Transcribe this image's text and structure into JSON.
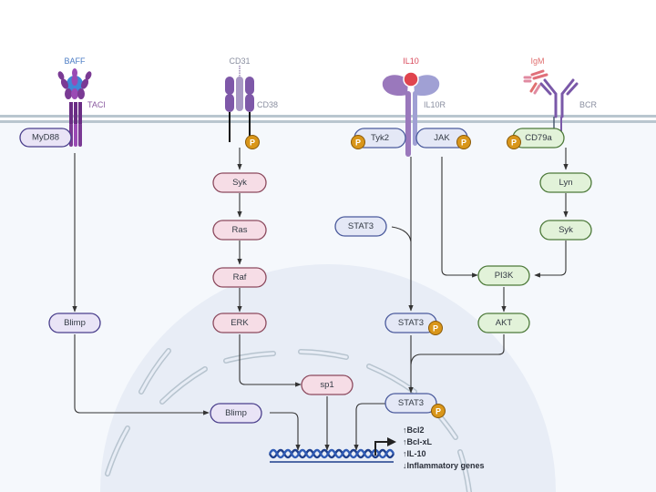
{
  "title": "B cell IL-10 regulatory signaling pathway",
  "colors": {
    "membrane": "#b9c6cf",
    "cytoplasm": "#f5f8fc",
    "nucleus": "#e8edf6",
    "purple_fill": "#e9e4f6",
    "purple_stroke": "#4a3f8c",
    "pink_fill": "#f6dde6",
    "pink_stroke": "#8c4a5e",
    "blue_fill": "#e4e8f6",
    "blue_stroke": "#4a5a9c",
    "green_fill": "#e2f2d9",
    "green_stroke": "#4d7a3a",
    "phospho": "#d9961a",
    "dna": "#1e3f8c"
  },
  "ligands": [
    {
      "id": "baff",
      "label": "BAFF",
      "color": "#4a7bc4"
    },
    {
      "id": "cd31",
      "label": "CD31",
      "color": "#8a8fa0"
    },
    {
      "id": "il10",
      "label": "IL10",
      "color": "#d9485a"
    },
    {
      "id": "igm",
      "label": "IgM",
      "color": "#e07070"
    }
  ],
  "receptors": [
    {
      "id": "taci",
      "label": "TACI",
      "color": "#8a5aa0"
    },
    {
      "id": "cd38",
      "label": "CD38",
      "color": "#8a8fa0"
    },
    {
      "id": "il10r",
      "label": "IL10R",
      "color": "#8a8fa0"
    },
    {
      "id": "bcr",
      "label": "BCR",
      "color": "#8a8fa0"
    }
  ],
  "phospho_label": "P",
  "nodes": {
    "myd88": {
      "label": "MyD88",
      "theme": "purple"
    },
    "tyk2": {
      "label": "Tyk2",
      "theme": "blue"
    },
    "jak": {
      "label": "JAK",
      "theme": "blue"
    },
    "cd79a": {
      "label": "CD79a",
      "theme": "green"
    },
    "syk_cd38": {
      "label": "Syk",
      "theme": "pink"
    },
    "ras": {
      "label": "Ras",
      "theme": "pink"
    },
    "raf": {
      "label": "Raf",
      "theme": "pink"
    },
    "erk": {
      "label": "ERK",
      "theme": "pink"
    },
    "stat3_free": {
      "label": "STAT3",
      "theme": "blue"
    },
    "stat3_p": {
      "label": "STAT3",
      "theme": "blue"
    },
    "lyn": {
      "label": "Lyn",
      "theme": "green"
    },
    "syk_bcr": {
      "label": "Syk",
      "theme": "green"
    },
    "pi3k": {
      "label": "PI3K",
      "theme": "green"
    },
    "akt": {
      "label": "AKT",
      "theme": "green"
    },
    "blimp_cyto": {
      "label": "Blimp",
      "theme": "purple"
    },
    "sp1": {
      "label": "sp1",
      "theme": "pink"
    },
    "blimp_nuc": {
      "label": "Blimp",
      "theme": "purple"
    },
    "stat3_nuc": {
      "label": "STAT3",
      "theme": "blue"
    }
  },
  "gene_outputs": [
    {
      "arrow": "↑",
      "label": "Bcl2"
    },
    {
      "arrow": "↑",
      "label": "Bcl-xL"
    },
    {
      "arrow": "↑",
      "label": "IL-10"
    },
    {
      "arrow": "↓",
      "label": "Inflammatory genes"
    }
  ]
}
